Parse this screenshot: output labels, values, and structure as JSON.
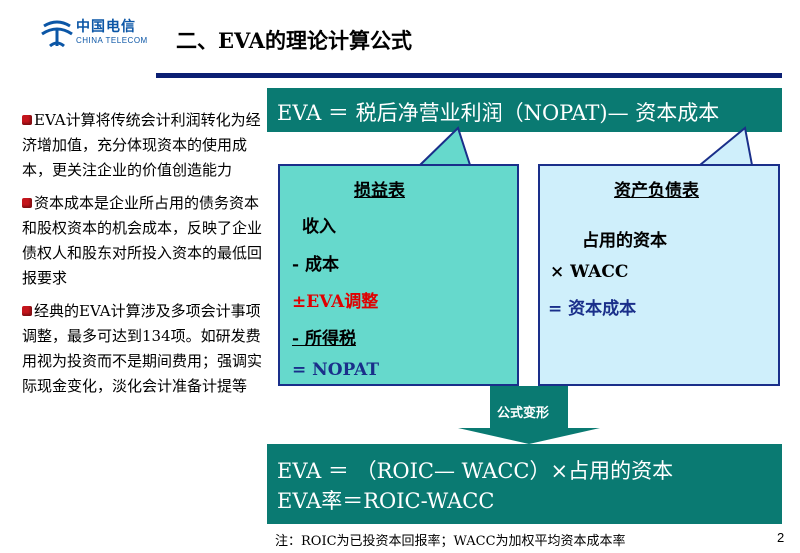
{
  "brand": {
    "logo_cn": "中国电信",
    "logo_en": "CHINA TELECOM",
    "color": "#0b56a6"
  },
  "slide": {
    "title": "二、EVA的理论计算公式",
    "page_number": "2"
  },
  "bullets": [
    "EVA计算将传统会计利润转化为经济增加值，充分体现资本的使用成本，更关注企业的价值创造能力",
    "资本成本是企业所占用的债务资本和股权资本的机会成本，反映了企业债权人和股东对所投入资本的最低回报要求",
    "经典的EVA计算涉及多项会计事项调整，最多可达到134项。如研发费用视为投资而不是期间费用；强调实际现金变化，淡化会计准备计提等"
  ],
  "formula": "EVA ＝ 税后净营业利润（NOPAT)— 资本成本",
  "income_statement": {
    "header": "损益表",
    "rows": [
      "收入",
      "- 成本",
      "±EVA调整",
      "- 所得税",
      "= NOPAT"
    ]
  },
  "balance_sheet": {
    "header": "资产负债表",
    "rows": [
      "占用的资本",
      "× WACC",
      "= 资本成本"
    ]
  },
  "transform_label": "公式变形",
  "result": {
    "line1": "EVA ＝ （ROIC— WACC）×占用的资本",
    "line2": "EVA率＝ROIC-WACC"
  },
  "footnote": "注：ROIC为已投资本回报率；WACC为加权平均资本成本率",
  "colors": {
    "teal_bar": "#0a7a72",
    "left_box": "#66d9cc",
    "right_box": "#cfeffb",
    "border": "#1a2f8a",
    "bullet_mark": "#c4151c",
    "red_text": "#e00000",
    "blue_text": "#1a2f8a"
  }
}
